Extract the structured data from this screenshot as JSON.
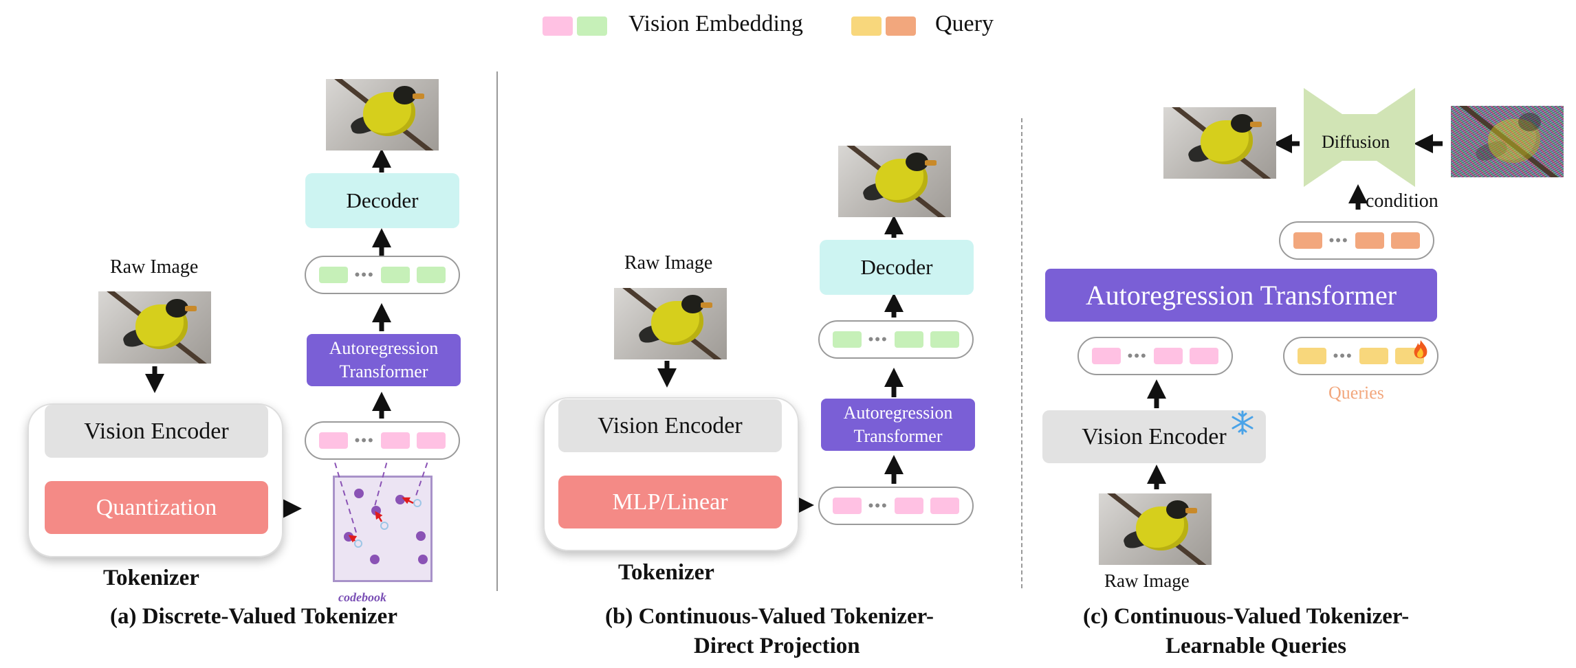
{
  "legend": {
    "vision_embedding_label": "Vision Embedding",
    "query_label": "Query",
    "colors": {
      "pink": "#ffc1e3",
      "green": "#c6f0b8",
      "yellow": "#f8d77c",
      "orange": "#f2a77d"
    }
  },
  "panel_a": {
    "raw_image": "Raw Image",
    "vision_encoder": "Vision Encoder",
    "quantization": "Quantization",
    "tokenizer": "Tokenizer",
    "decoder": "Decoder",
    "ar_transformer_line1": "Autoregression",
    "ar_transformer_line2": "Transformer",
    "codebook": "codebook",
    "caption": "(a) Discrete-Valued Tokenizer"
  },
  "panel_b": {
    "raw_image": "Raw Image",
    "vision_encoder": "Vision Encoder",
    "mlp": "MLP/Linear",
    "tokenizer": "Tokenizer",
    "decoder": "Decoder",
    "ar_transformer_line1": "Autoregression",
    "ar_transformer_line2": "Transformer",
    "caption_line1": "(b) Continuous-Valued Tokenizer-",
    "caption_line2": "Direct Projection"
  },
  "panel_c": {
    "diffusion": "Diffusion",
    "condition": "condition",
    "ar_transformer": "Autoregression Transformer",
    "queries": "Queries",
    "vision_encoder": "Vision Encoder",
    "raw_image": "Raw Image",
    "caption_line1": "(c) Continuous-Valued Tokenizer-",
    "caption_line2": "Learnable Queries"
  },
  "icons": [
    "snowflake-icon",
    "flame-icon",
    "arrow-icon",
    "bird-photo"
  ],
  "colors": {
    "decoder": "#cdf4f2",
    "transformer": "#7a5fd6",
    "quantization": "#f48a86",
    "encoder": "#e2e2e2",
    "codebook_fill": "#ece4f3",
    "codebook_border": "#a892c9",
    "diffusion": "#d1e4b5",
    "queries_text": "#f2a77d"
  }
}
